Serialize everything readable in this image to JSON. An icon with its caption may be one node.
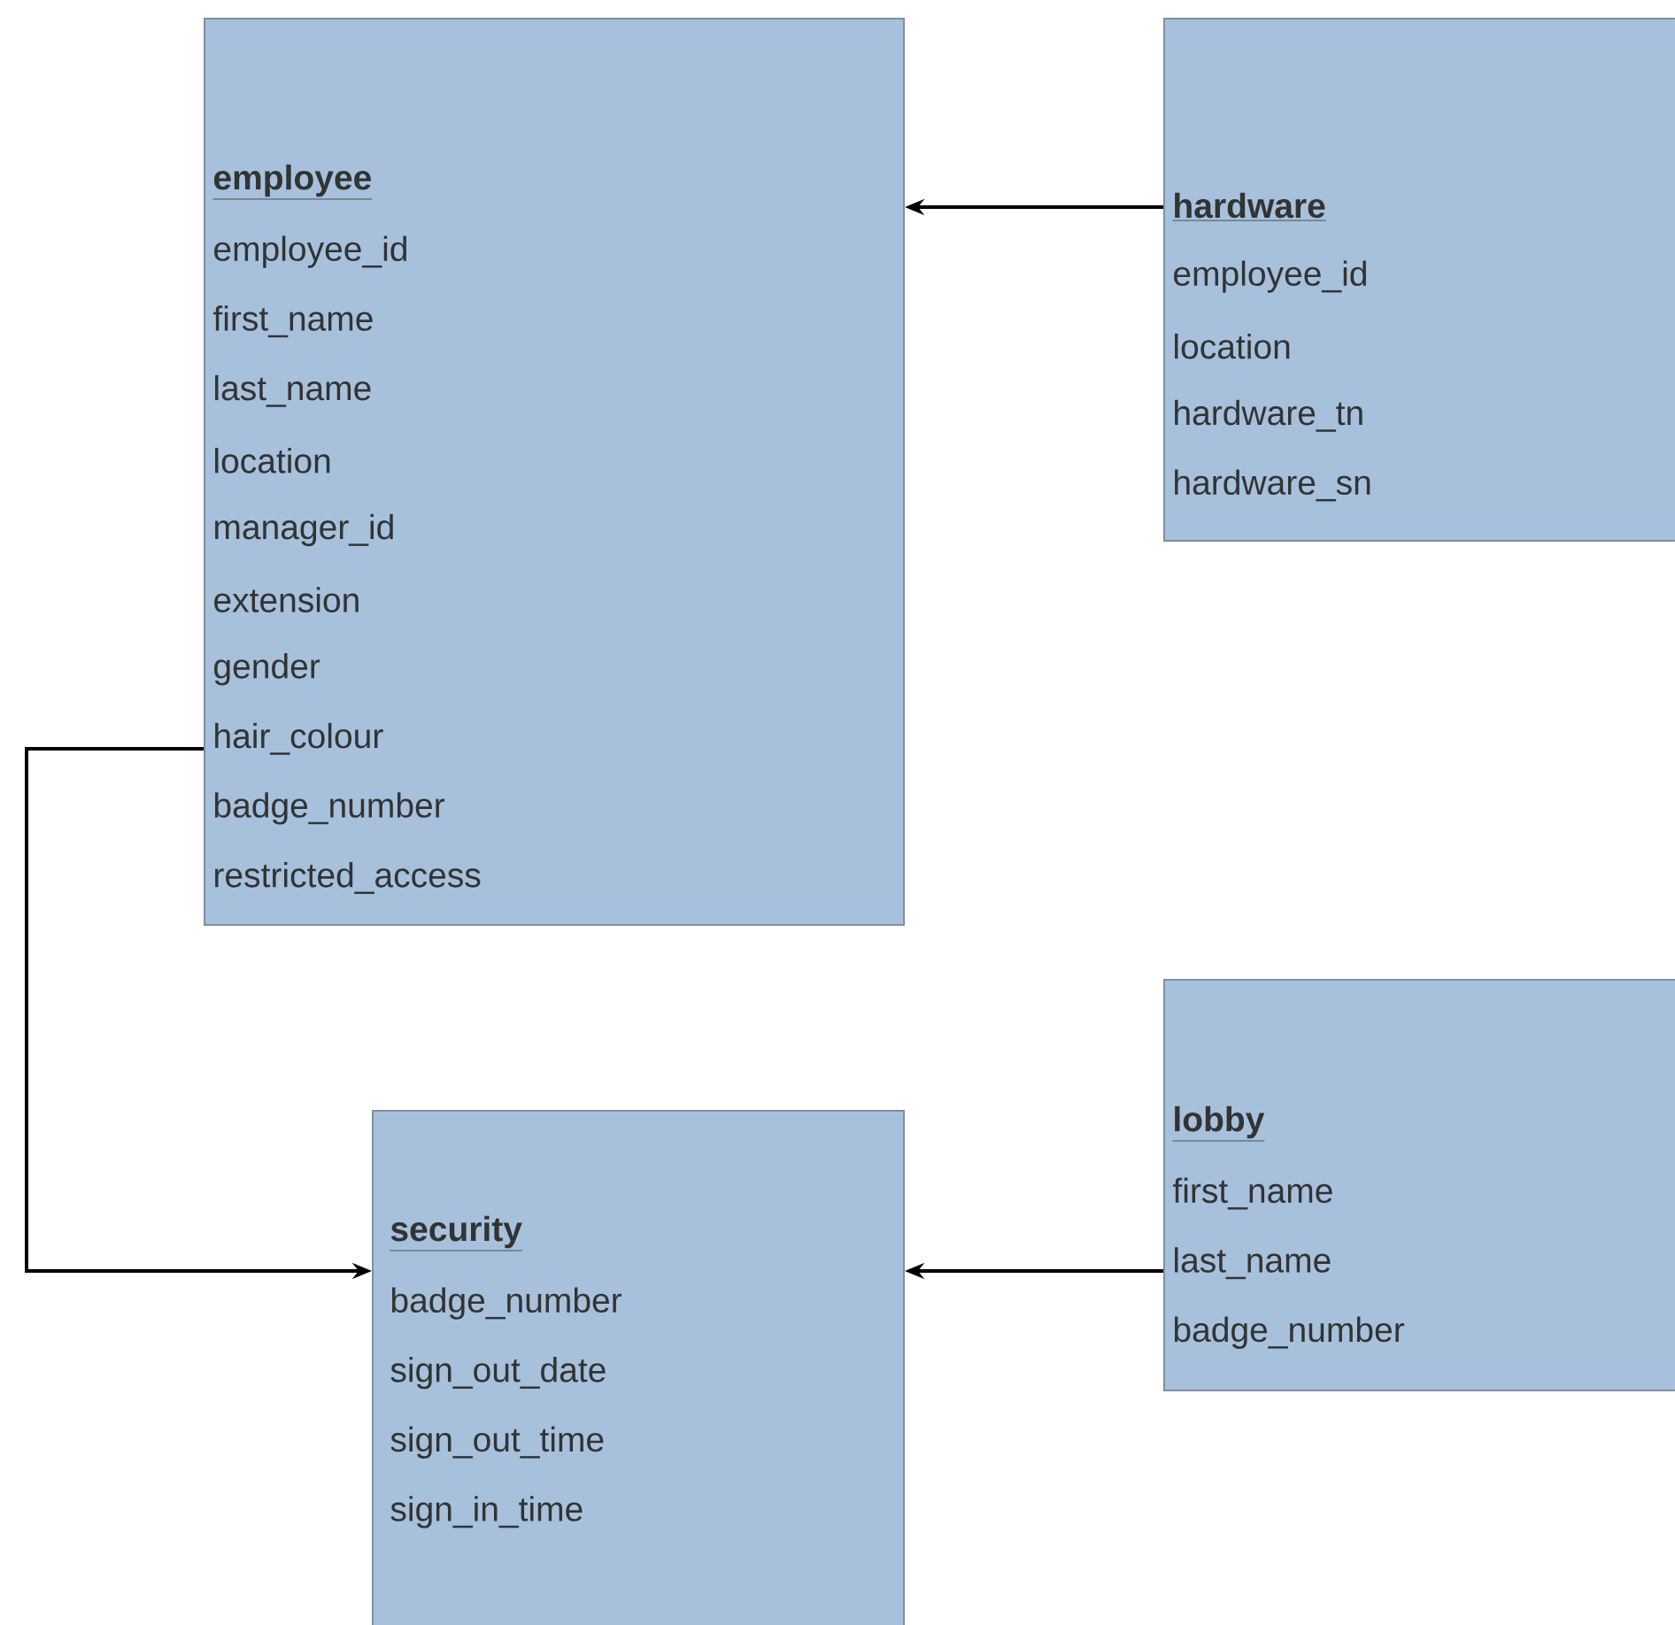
{
  "diagram": {
    "nodes": [
      {
        "text": [
          "employee",
          "employee_id",
          "first_name",
          "last_name",
          "location",
          "manager_id",
          "extension",
          "gender",
          "hair_colour",
          "badge_number",
          "restricted_access"
        ]
      },
      {
        "text": [
          "hardware",
          "employee_id",
          "location",
          "hardware_tn",
          "hardware_sn"
        ]
      },
      {
        "text": [
          "lobby",
          "first_name",
          "last_name",
          "badge_number"
        ]
      },
      {
        "text": [
          "security",
          "badge_number",
          "sign_out_date",
          "sign_out_time",
          "sign_in_time"
        ]
      }
    ],
    "edges": [
      {
        "from": 1,
        "to": 0,
        "arrow": "to"
      },
      {
        "from": 0,
        "to": 3,
        "arrow": "to"
      },
      {
        "from": 2,
        "to": 3,
        "arrow": "to"
      }
    ]
  }
}
